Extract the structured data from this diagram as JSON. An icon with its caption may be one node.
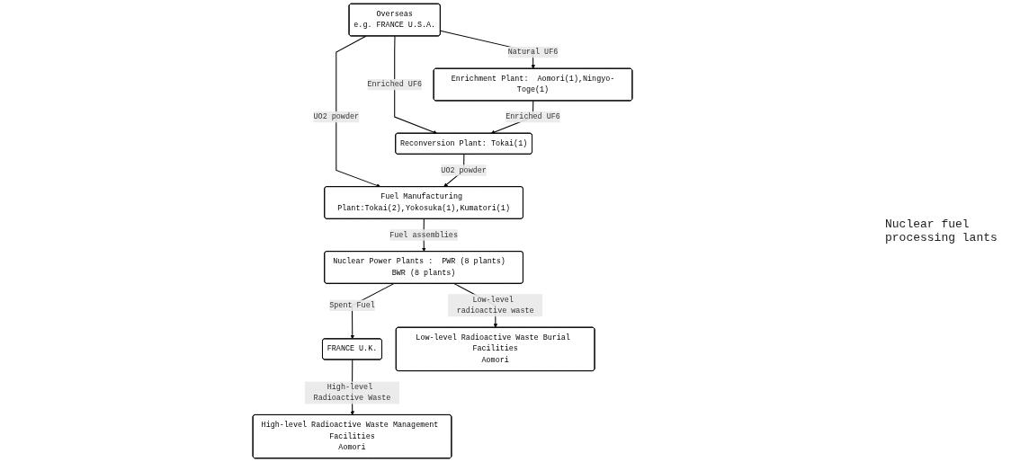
{
  "diagram": {
    "nodes": [
      {
        "text": [
          "Overseas",
          "e.g. FRANCE U.S.A."
        ]
      },
      {
        "text": [
          "Enrichment Plant:  Aomori(1),Ningyo-Toge(1)"
        ]
      },
      {
        "text": [
          "Reconversion Plant:  Tokai(1)"
        ]
      },
      {
        "text": [
          "Fuel Manufacturing Plant:Tokai(2),Yokosuka(1),Kumatori(1)"
        ]
      },
      {
        "text": [
          "Nuclear Power Plants :  PWR (8 plants)  BWR (8 plants)"
        ]
      },
      {
        "text": [
          "FRANCE U.K."
        ]
      },
      {
        "text": [
          "High-level Radioactive Waste Management Facilities",
          "Aomori"
        ]
      },
      {
        "text": [
          "Low-level Radioactive Waste Burial Facilities",
          "Aomori"
        ]
      }
    ],
    "edges": [
      {
        "from": 0,
        "to": 1,
        "arrow": "to",
        "label": "Natural UF6"
      },
      {
        "from": 0,
        "to": 2,
        "arrow": "to",
        "label": "Enriched UF6"
      },
      {
        "from": 0,
        "to": 3,
        "arrow": "to",
        "label": "UO2 powder"
      },
      {
        "from": 1,
        "to": 2,
        "arrow": "to",
        "label": "Enriched UF6"
      },
      {
        "from": 2,
        "to": 3,
        "arrow": "to",
        "label": "UO2 powder"
      },
      {
        "from": 3,
        "to": 4,
        "arrow": "to",
        "label": "Fuel assemblies"
      },
      {
        "from": 4,
        "to": 5,
        "arrow": "to",
        "label": "Spent Fuel"
      },
      {
        "from": 5,
        "to": 6,
        "arrow": "to",
        "label": "High-level Radioactive Waste"
      },
      {
        "from": 4,
        "to": 7,
        "arrow": "to",
        "label": "Low-level radioactive waste"
      }
    ],
    "labels": [
      "Nuclear fuel processing lants"
    ]
  }
}
